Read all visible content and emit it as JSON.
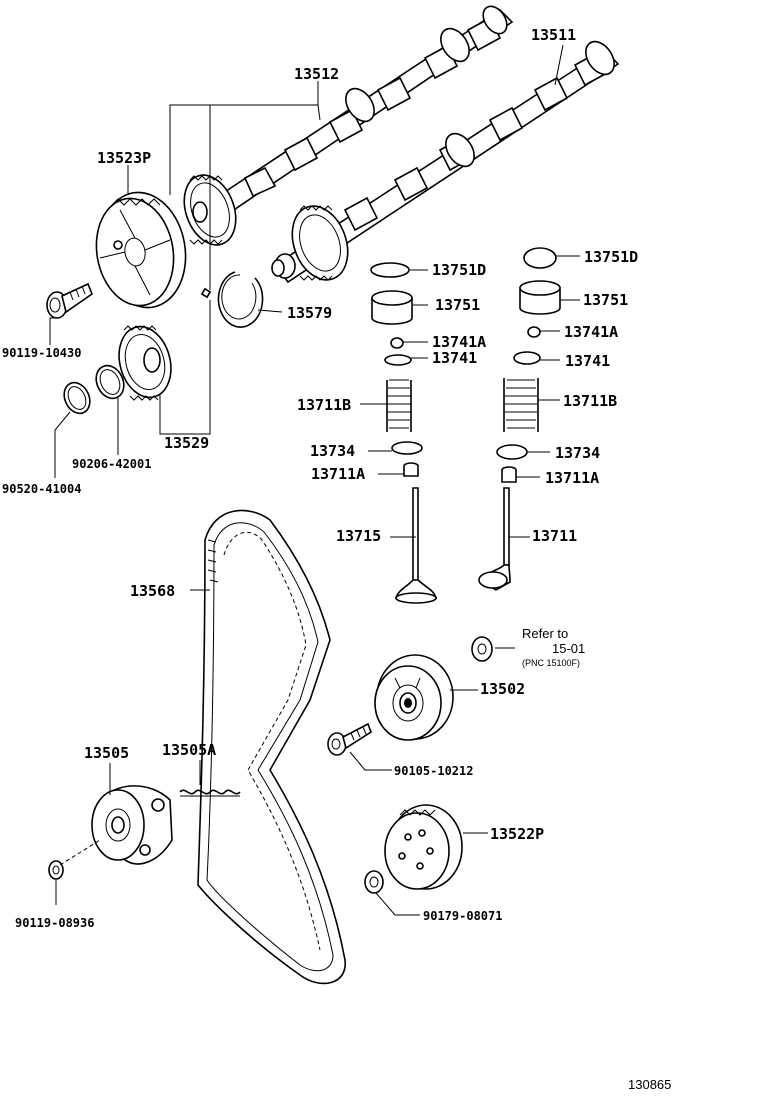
{
  "parts": {
    "p13511": "13511",
    "p13512": "13512",
    "p13523P": "13523P",
    "p13751D_a": "13751D",
    "p13751D_b": "13751D",
    "p13751_a": "13751",
    "p13751_b": "13751",
    "p13579": "13579",
    "p90119_10430": "90119-10430",
    "p13741A_a": "13741A",
    "p13741A_b": "13741A",
    "p13741_a": "13741",
    "p13741_b": "13741",
    "p13711B_a": "13711B",
    "p13711B_b": "13711B",
    "p90206_42001": "90206-42001",
    "p13529": "13529",
    "p13734_a": "13734",
    "p13734_b": "13734",
    "p90520_41004": "90520-41004",
    "p13711A_a": "13711A",
    "p13711A_b": "13711A",
    "p13715": "13715",
    "p13711": "13711",
    "p13568": "13568",
    "p13502": "13502",
    "p90105_10212": "90105-10212",
    "p13505": "13505",
    "p13505A": "13505A",
    "p13522P": "13522P",
    "p90119_08936": "90119-08936",
    "p90179_08071": "90179-08071"
  },
  "refer": {
    "line1": "Refer to",
    "line2": "15-01",
    "line3": "(PNC 15100F)"
  },
  "diagram_id": "130865"
}
